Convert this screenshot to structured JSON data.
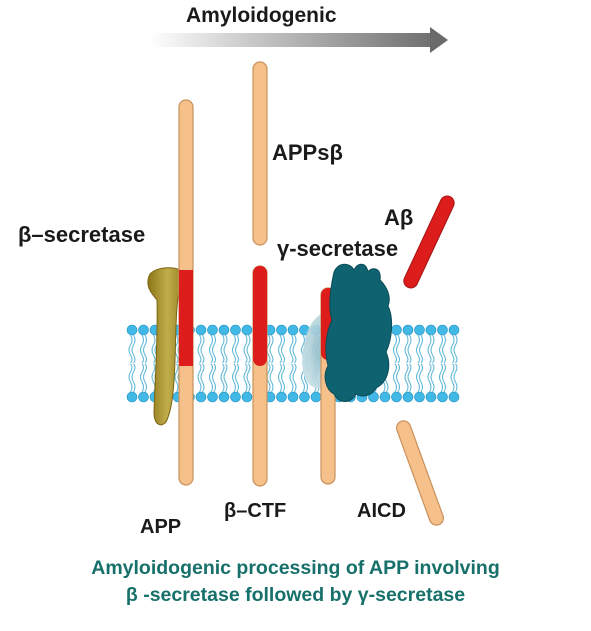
{
  "header": {
    "label": "Amyloidogenic"
  },
  "labels": {
    "beta_secretase": "β–secretase",
    "appsb": "APPsβ",
    "abeta": "Aβ",
    "gamma_secretase": "γ-secretase",
    "app": "APP",
    "bctf": "β–CTF",
    "aicd": "AICD"
  },
  "caption": {
    "line1": "Amyloidogenic processing of APP involving",
    "line2": "β -secretase followed by γ-secretase"
  },
  "colors": {
    "rod": "#f5c08a",
    "rod_edge": "#c9915d",
    "amyloid_beta": "#dd1c1c",
    "membrane_head": "#41b8e6",
    "gamma_secretase": "#0f6270",
    "beta_secretase": "#a48d28",
    "caption": "#17706a"
  }
}
